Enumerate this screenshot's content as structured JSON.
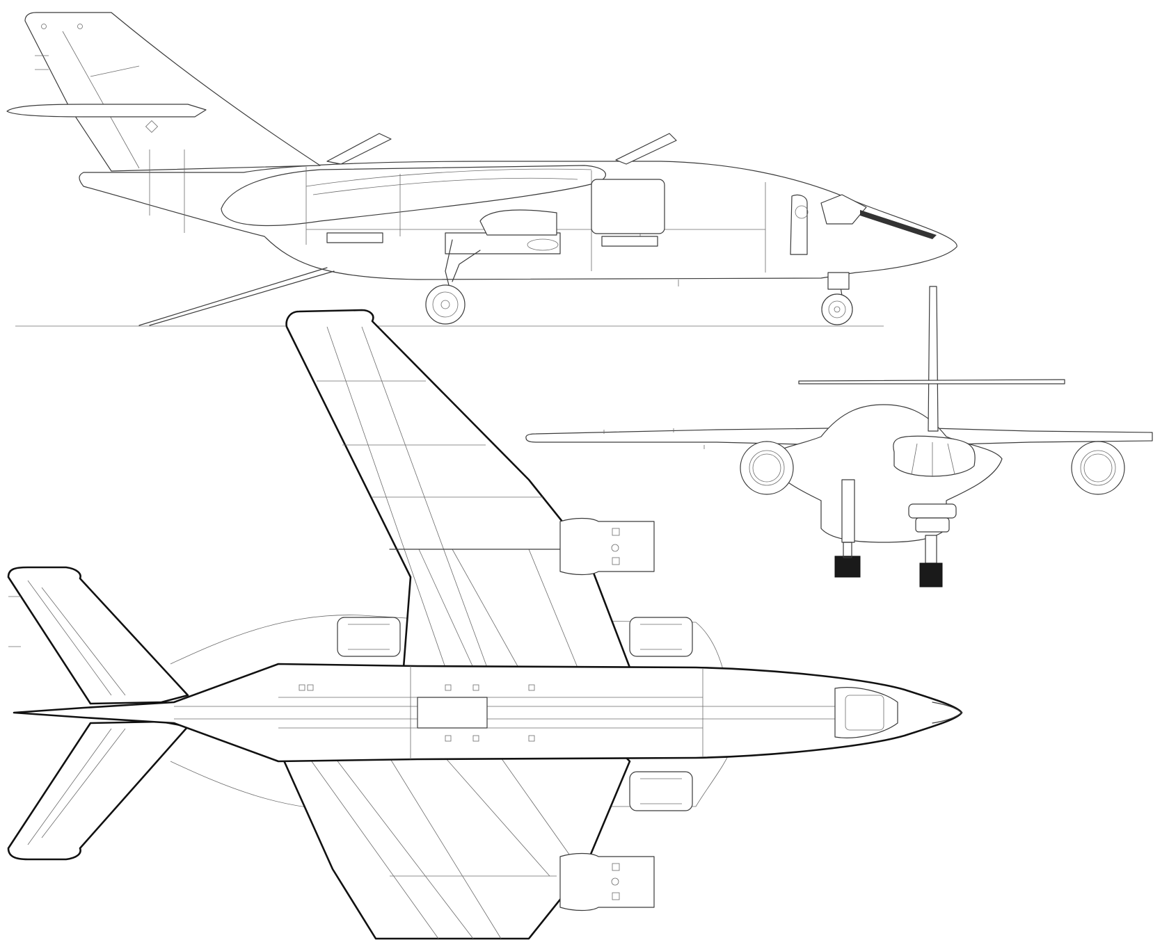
{
  "drawing": {
    "views": [
      {
        "id": "side",
        "type": "side-elevation"
      },
      {
        "id": "front",
        "type": "front-elevation"
      },
      {
        "id": "top",
        "type": "plan-view"
      }
    ],
    "line_color": "#3a3a3a",
    "background": "#ffffff"
  }
}
